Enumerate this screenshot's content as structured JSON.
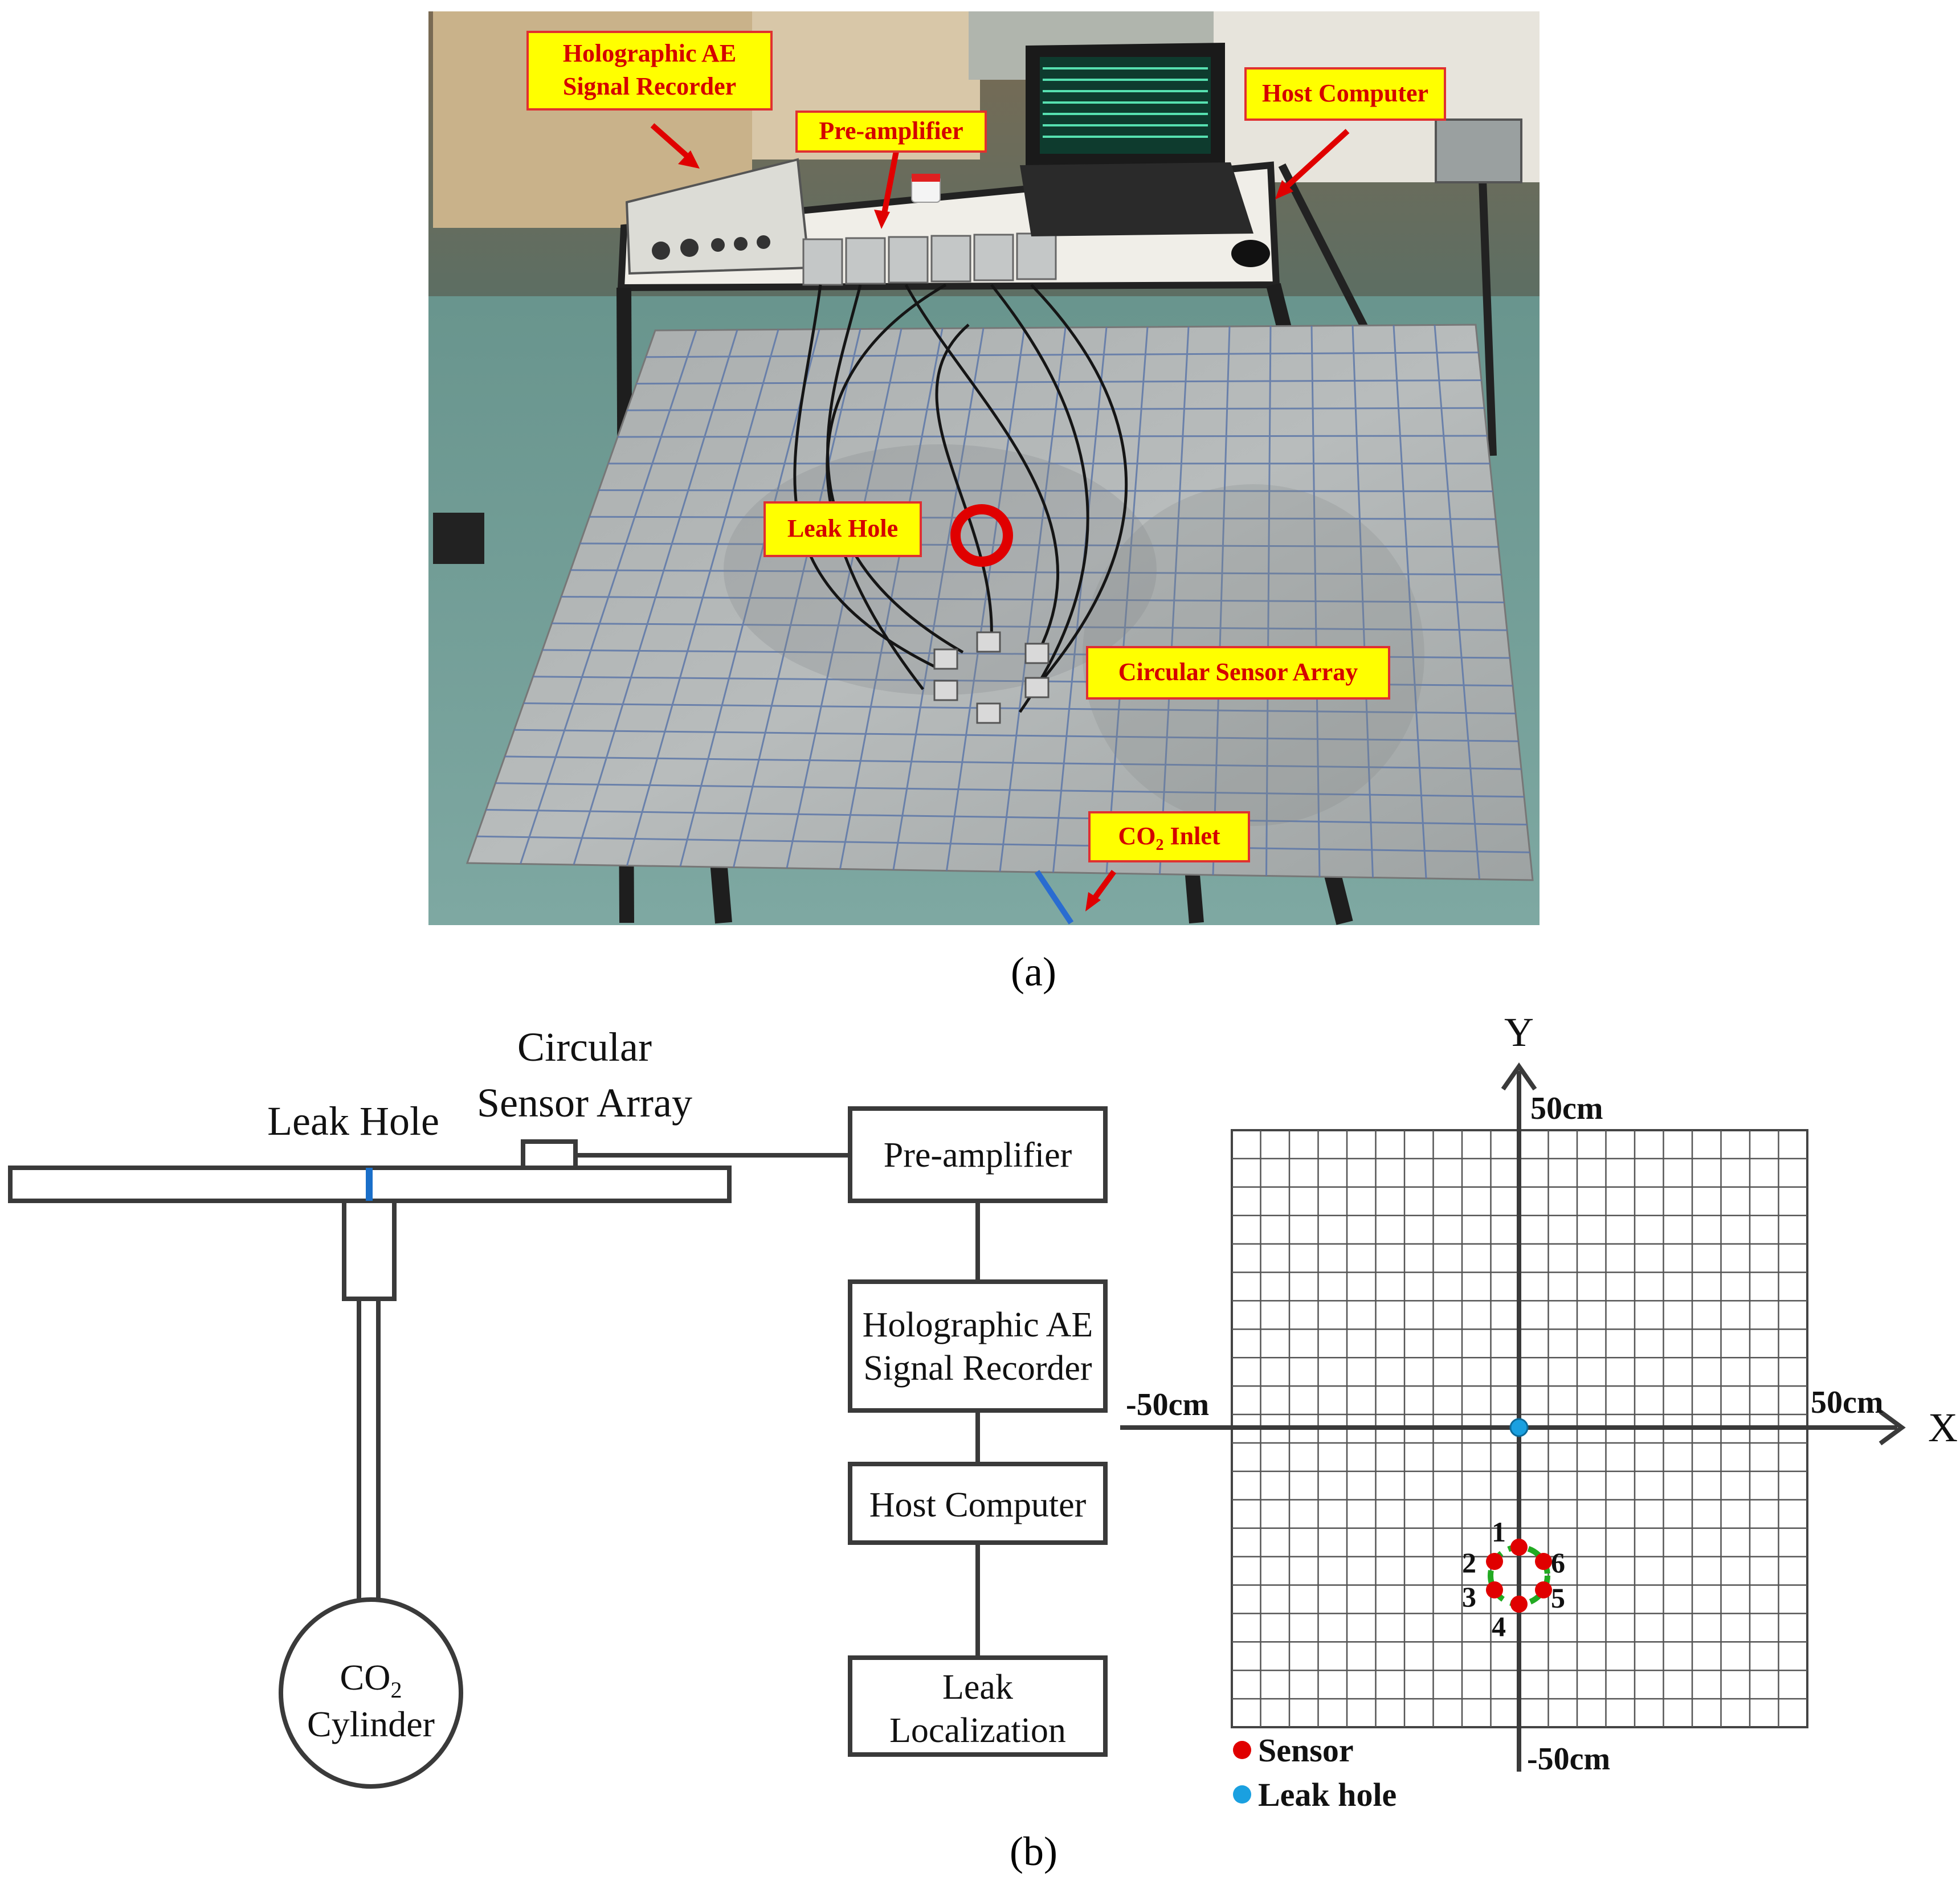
{
  "photo": {
    "callouts": {
      "recorder_line1": "Holographic AE",
      "recorder_line2": "Signal Recorder",
      "preamp": "Pre-amplifier",
      "host": "Host Computer",
      "leak": "Leak Hole",
      "array": "Circular Sensor Array",
      "co2_prefix": "CO",
      "co2_sub": "2",
      "co2_suffix": " Inlet"
    },
    "caption": "(a)"
  },
  "schematic": {
    "leak_hole": "Leak Hole",
    "array_line1": "Circular",
    "array_line2": "Sensor Array",
    "cylinder_line1_main": "CO",
    "cylinder_line1_sub": "2",
    "cylinder_line2": "Cylinder",
    "boxes": {
      "preamp": "Pre-amplifier",
      "recorder_line1": "Holographic AE",
      "recorder_line2": "Signal Recorder",
      "host": "Host Computer",
      "leak_line1": "Leak",
      "leak_line2": "Localization"
    }
  },
  "grid_plot": {
    "axis_x": "X",
    "axis_y": "Y",
    "x_min_label": "-50cm",
    "x_max_label": "50cm",
    "y_min_label": "-50cm",
    "y_max_label": "50cm",
    "legend_sensor": "Sensor",
    "legend_leak": "Leak hole",
    "sensor_labels": [
      "1",
      "2",
      "3",
      "4",
      "5",
      "6"
    ],
    "colors": {
      "sensor": "#e00000",
      "leak": "#1aa0e0",
      "ring": "#22aa22"
    }
  },
  "caption_b": "(b)"
}
